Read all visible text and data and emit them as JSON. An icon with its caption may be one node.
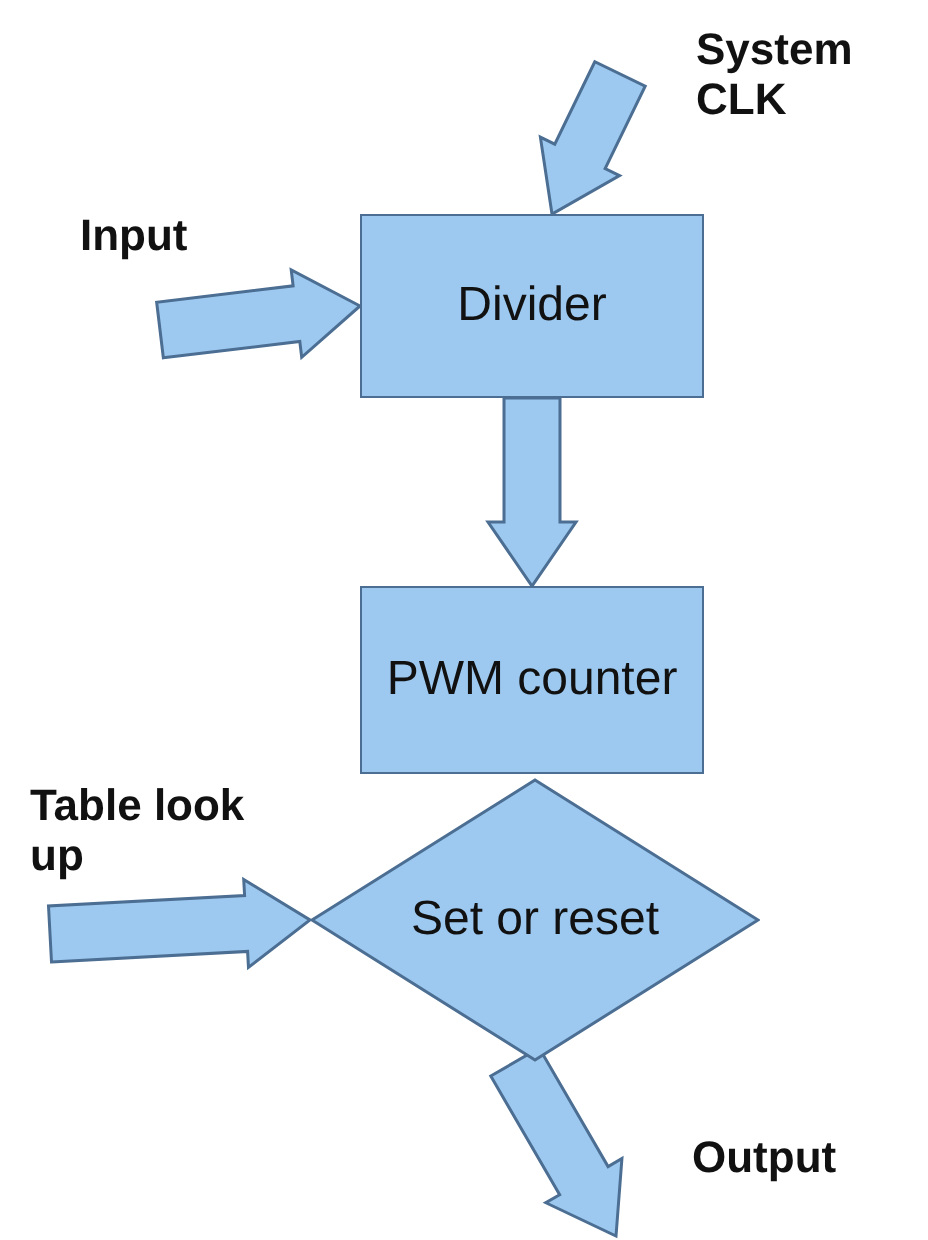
{
  "diagram": {
    "nodes": [
      {
        "text": [
          "Divider"
        ]
      },
      {
        "text": [
          "PWM counter"
        ]
      },
      {
        "text": [
          "Set or reset"
        ]
      }
    ],
    "edges": [
      {
        "from": null,
        "to": 0,
        "arrow": "to",
        "label": "System CLK"
      },
      {
        "from": null,
        "to": 0,
        "arrow": "to",
        "label": "Input"
      },
      {
        "from": 0,
        "to": 1,
        "arrow": "to"
      },
      {
        "from": null,
        "to": 2,
        "arrow": "to",
        "label": "Table look up"
      },
      {
        "from": 2,
        "to": null,
        "arrow": "to",
        "label": "Output"
      }
    ]
  }
}
